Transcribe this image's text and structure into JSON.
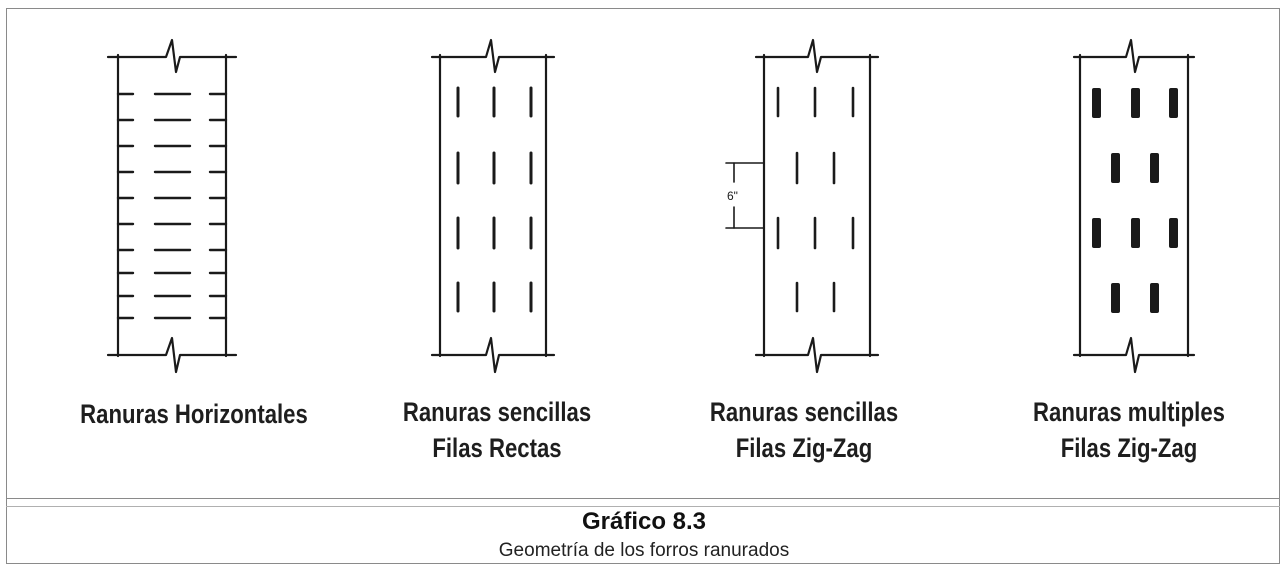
{
  "diagrams": [
    {
      "line1": "Ranuras Horizontales",
      "line2": ""
    },
    {
      "line1": "Ranuras sencillas",
      "line2": "Filas Rectas"
    },
    {
      "line1": "Ranuras sencillas",
      "line2": "Filas Zig-Zag"
    },
    {
      "line1": "Ranuras multiples",
      "line2": "Filas Zig-Zag"
    }
  ],
  "dimension_label": "6\"",
  "caption": {
    "title": "Gráfico 8.3",
    "subtitle": "Geometría de los forros ranurados"
  }
}
